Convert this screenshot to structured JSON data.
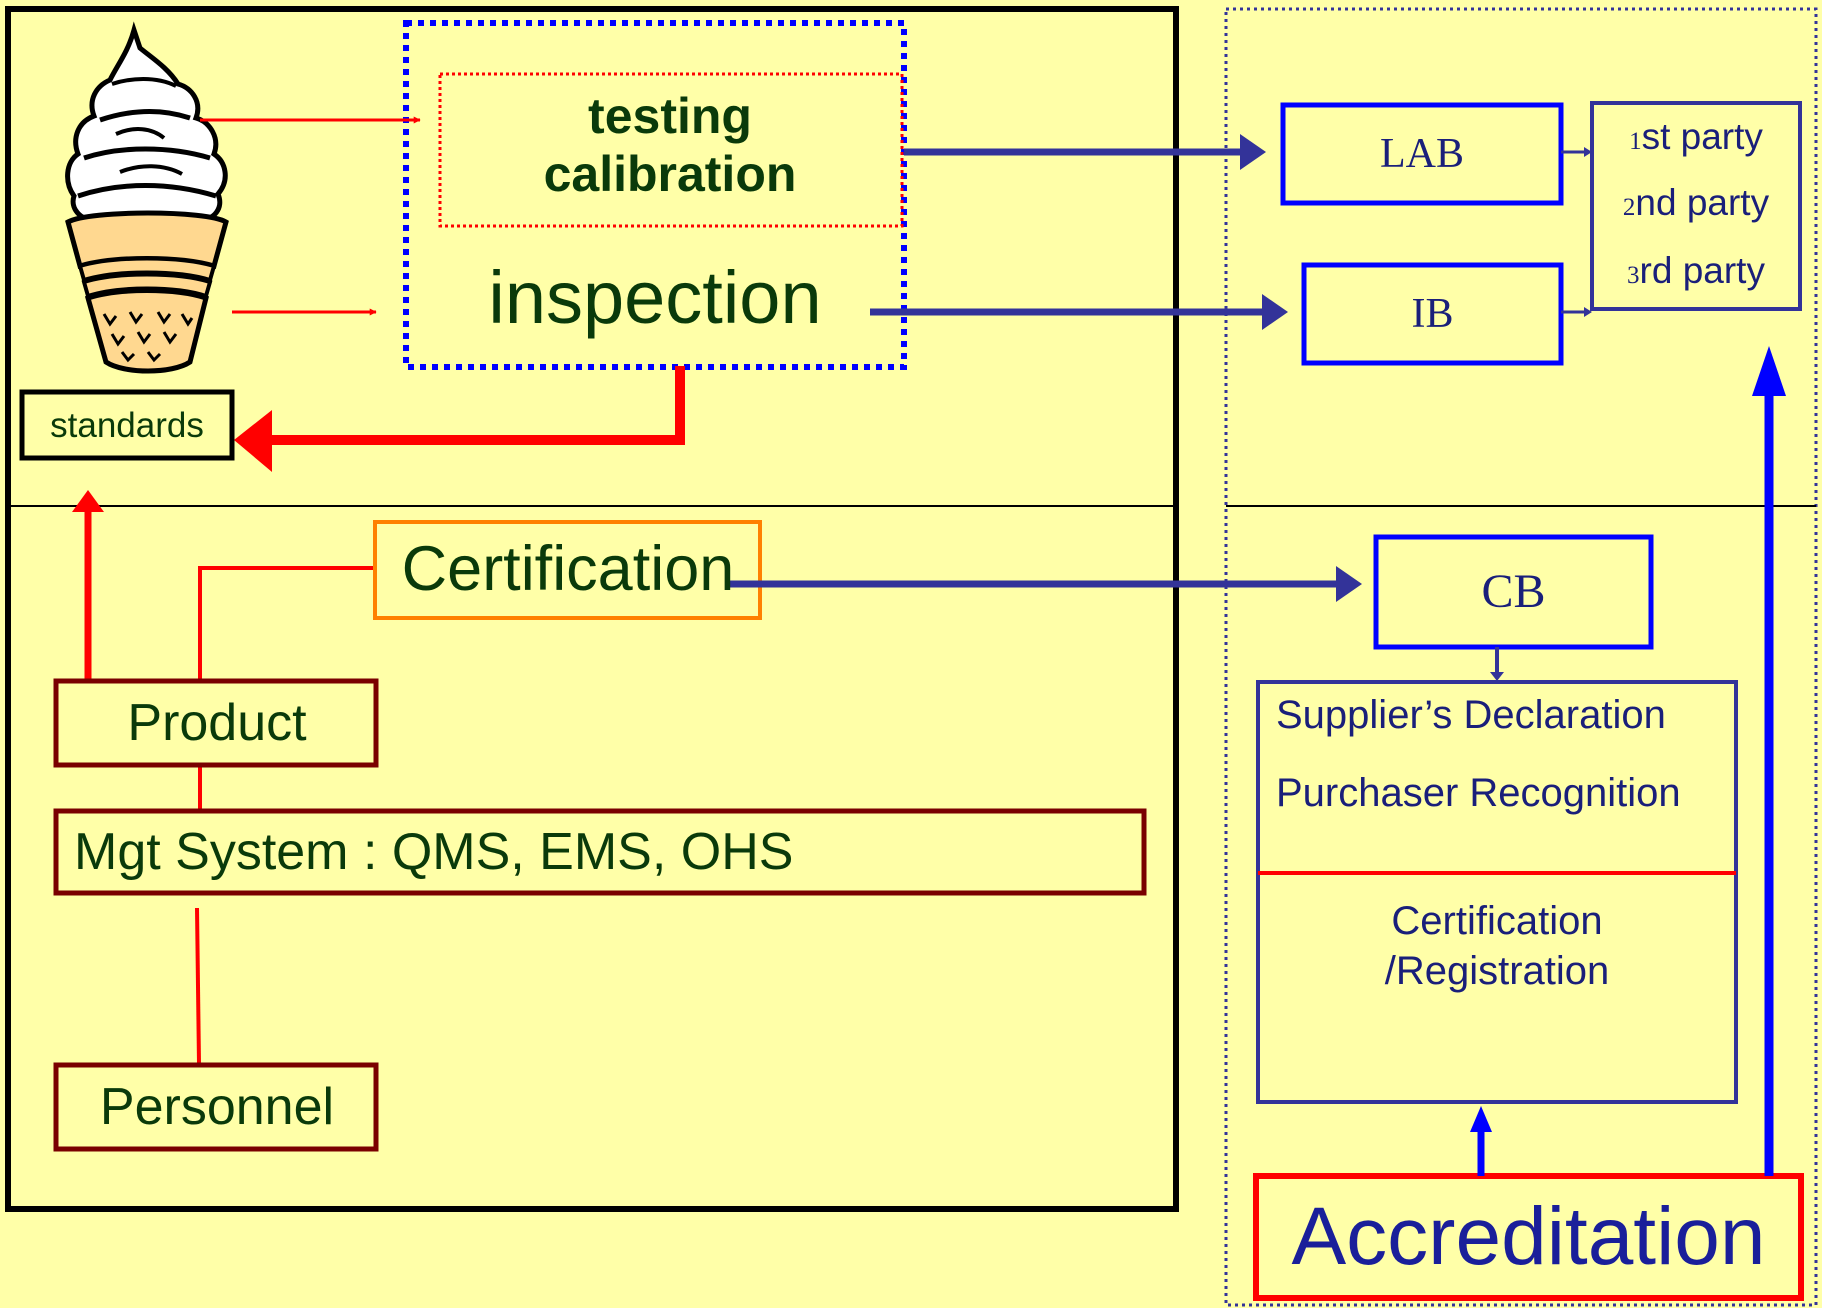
{
  "diagram": {
    "testing": "testing",
    "calibration": "calibration",
    "inspection": "inspection",
    "standards": "standards",
    "certification": "Certification",
    "product": "Product",
    "mgt_system": "Mgt System : QMS, EMS, OHS",
    "personnel": "Personnel",
    "lab": "LAB",
    "ib": "IB",
    "cb": "CB",
    "parties": [
      {
        "num": "1",
        "suffix": "st party"
      },
      {
        "num": "2",
        "suffix": "nd party"
      },
      {
        "num": "3",
        "suffix": "rd party"
      }
    ],
    "suppliers_declaration": "Supplier’s Declaration",
    "purchaser_recognition": "Purchaser Recognition",
    "cert_registration_line1": "Certification",
    "cert_registration_line2": "/Registration",
    "accreditation": "Accreditation"
  },
  "colors": {
    "background": "#ffffa8",
    "red": "#ff0000",
    "blue": "#0000ff",
    "navy": "#333399",
    "maroon": "#7a0000",
    "orange": "#ff8000",
    "text_dark": "#0a3a0a"
  }
}
